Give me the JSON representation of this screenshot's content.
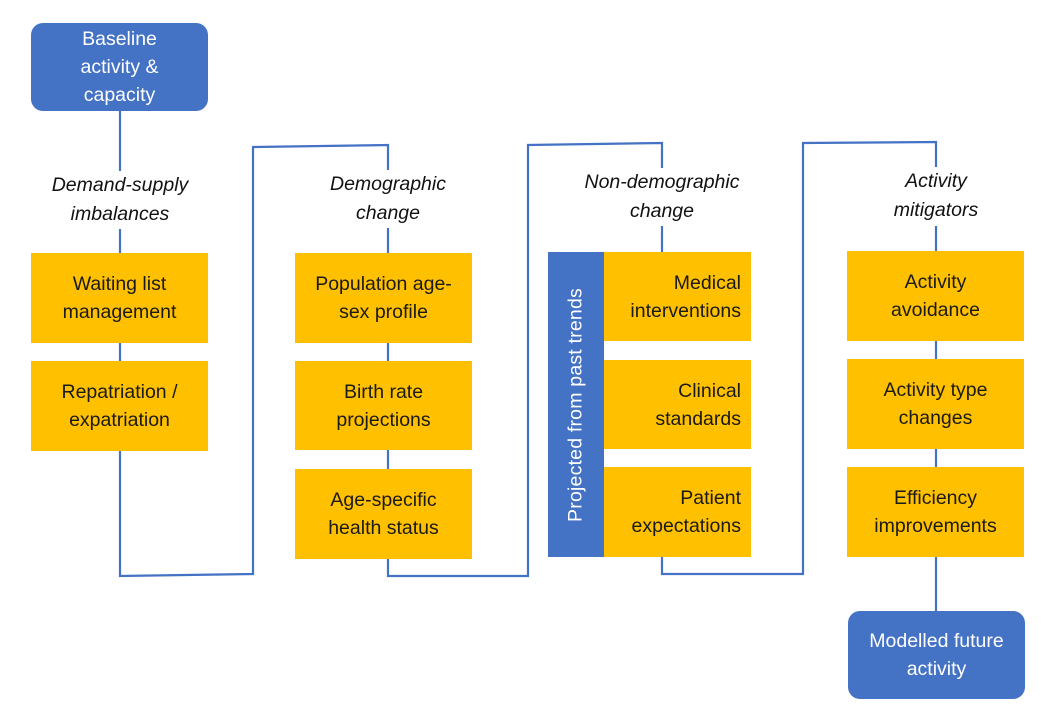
{
  "start": "Baseline activity & capacity",
  "end": "Modelled future activity",
  "sections": [
    {
      "heading": "Demand-supply imbalances",
      "items": [
        "Waiting list management",
        "Repatriation / expatriation"
      ]
    },
    {
      "heading": "Demographic change",
      "items": [
        "Population age-sex profile",
        "Birth rate projections",
        "Age-specific health status"
      ]
    },
    {
      "heading": "Non-demographic change",
      "side_label": "Projected from past trends",
      "items": [
        "Medical interventions",
        "Clinical standards",
        "Patient expectations"
      ]
    },
    {
      "heading": "Activity mitigators",
      "items": [
        "Activity avoidance",
        "Activity type changes",
        "Efficiency improvements"
      ]
    }
  ],
  "colors": {
    "flow_line": "#4472c4",
    "box_fill": "#ffc000",
    "terminal_fill": "#4472c4"
  }
}
